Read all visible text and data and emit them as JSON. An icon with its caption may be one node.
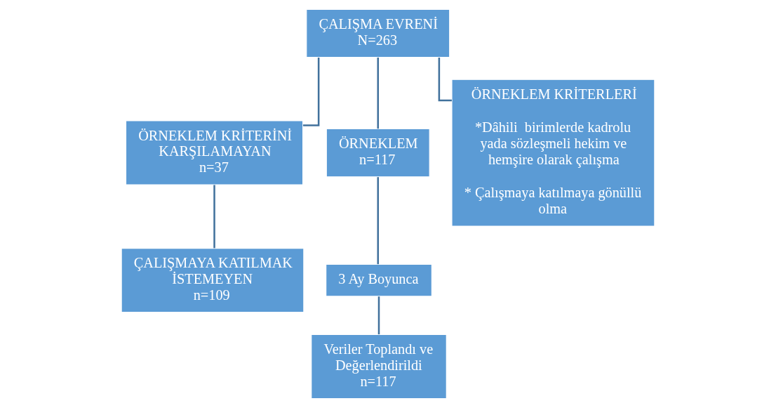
{
  "diagram": {
    "nodes": [
      {
        "text": [
          "ÇALIŞMA EVRENİ",
          "N=263"
        ]
      },
      {
        "text": [
          "ÖRNEKLEM KRİTERİNİ KARŞILAMAYAN",
          "n=37"
        ]
      },
      {
        "text": [
          "ÇALIŞMAYA KATILMAK İSTEMEYEN",
          "n=109"
        ]
      },
      {
        "text": [
          "ÖRNEKLEM",
          "n=117"
        ]
      },
      {
        "text": [
          "3 Ay Boyunca"
        ]
      },
      {
        "text": [
          "Veriler Toplandı ve Değerlendirildi",
          "n=117"
        ]
      },
      {
        "text": [
          "ÖRNEKLEM KRİTERLERİ",
          "*Dâhili  birimlerde kadrolu yada sözleşmeli hekim ve hemşire olarak çalışma",
          "* Çalışmaya katılmaya gönüllü olma"
        ]
      }
    ],
    "edges": [
      {
        "from": 0,
        "to": 1,
        "arrow": "none"
      },
      {
        "from": 0,
        "to": 3,
        "arrow": "none"
      },
      {
        "from": 0,
        "to": 6,
        "arrow": "none"
      },
      {
        "from": 1,
        "to": 2,
        "arrow": "none"
      },
      {
        "from": 3,
        "to": 4,
        "arrow": "none"
      },
      {
        "from": 4,
        "to": 5,
        "arrow": "none"
      }
    ]
  }
}
